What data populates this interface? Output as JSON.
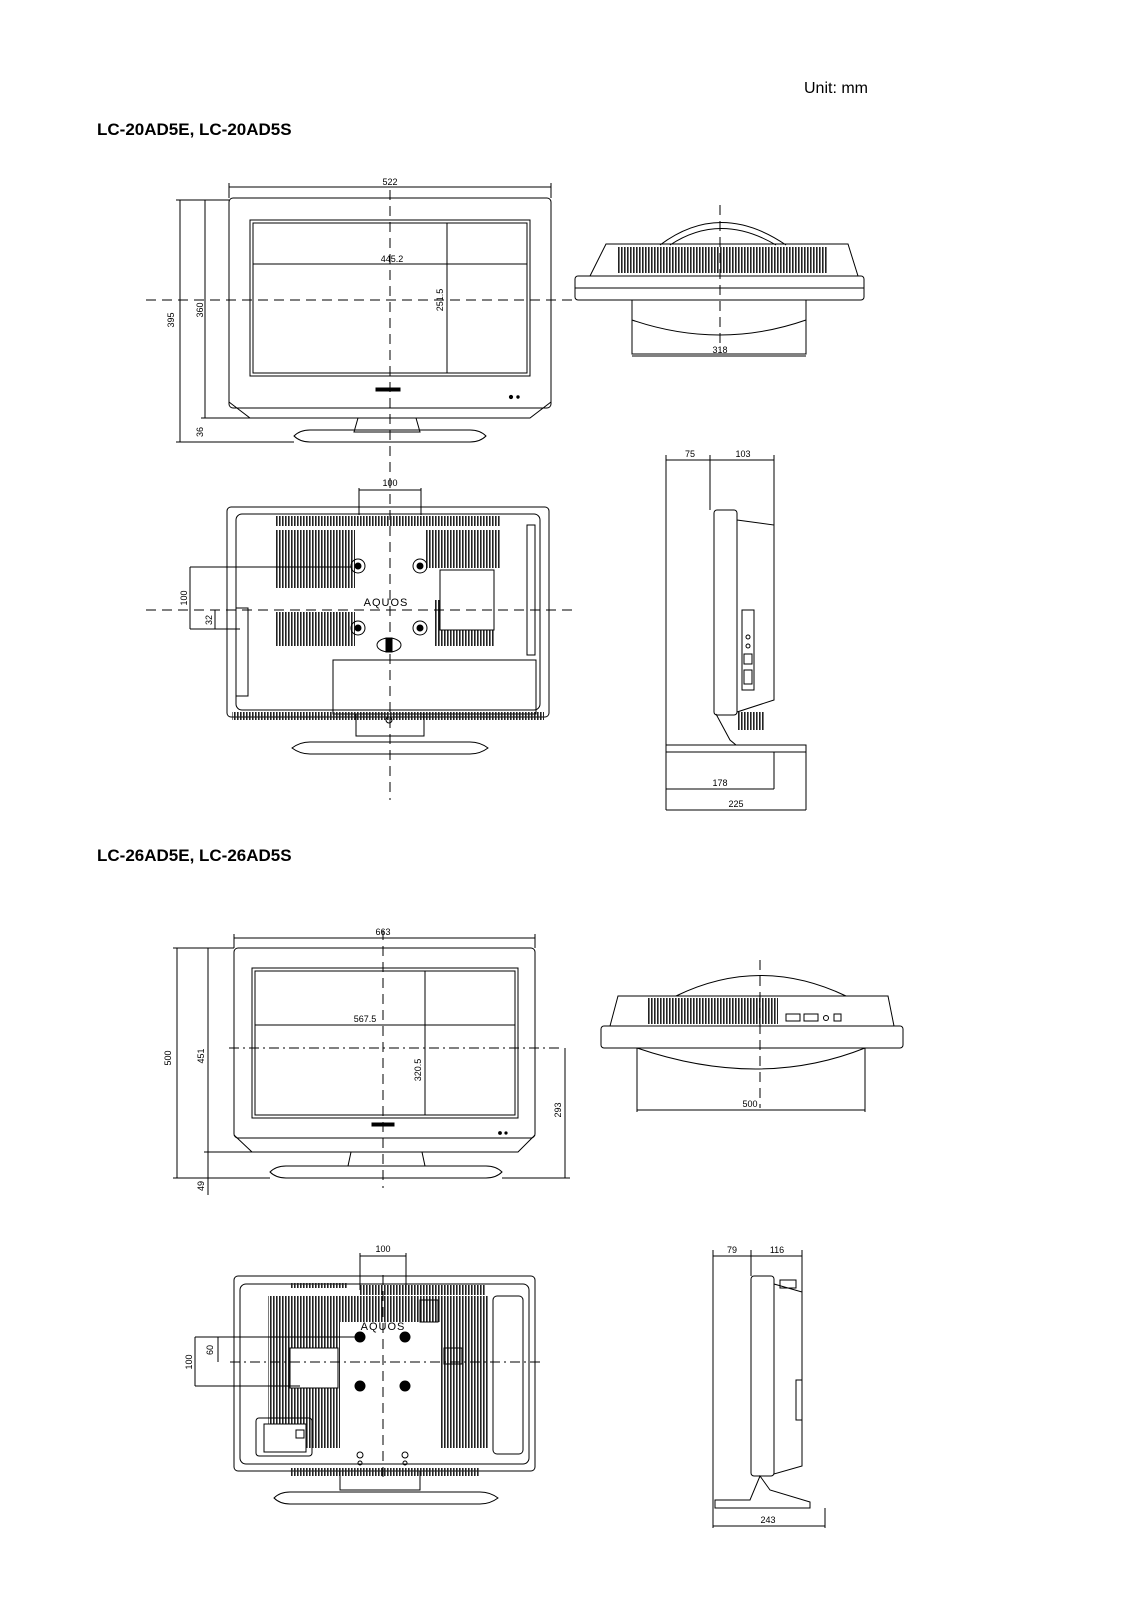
{
  "unit_label": "Unit: mm",
  "sections": [
    {
      "model": "LC-20AD5E, LC-20AD5S",
      "front": {
        "width": "522",
        "screen_width": "445.2",
        "screen_height": "251.5",
        "height_total": "395",
        "height_body": "360",
        "stand": "36"
      },
      "top": {
        "depth": "318"
      },
      "rear": {
        "mount_h": "100",
        "mount_v": "100",
        "mount_offset": "32",
        "logo": "AQUOS"
      },
      "side": {
        "front_depth": "75",
        "rear_depth": "103",
        "stand_depth": "178",
        "total_depth": "225"
      }
    },
    {
      "model": "LC-26AD5E, LC-26AD5S",
      "front": {
        "width": "663",
        "screen_width": "567.5",
        "screen_height": "320.5",
        "height_total": "500",
        "height_body": "451",
        "stand": "49",
        "center_height": "293"
      },
      "top": {
        "stand_width": "500"
      },
      "rear": {
        "mount_h": "100",
        "mount_v": "100",
        "mount_offset": "60",
        "logo": "AQUOS"
      },
      "side": {
        "front_depth": "79",
        "rear_depth": "116",
        "stand_depth": "243"
      }
    }
  ]
}
